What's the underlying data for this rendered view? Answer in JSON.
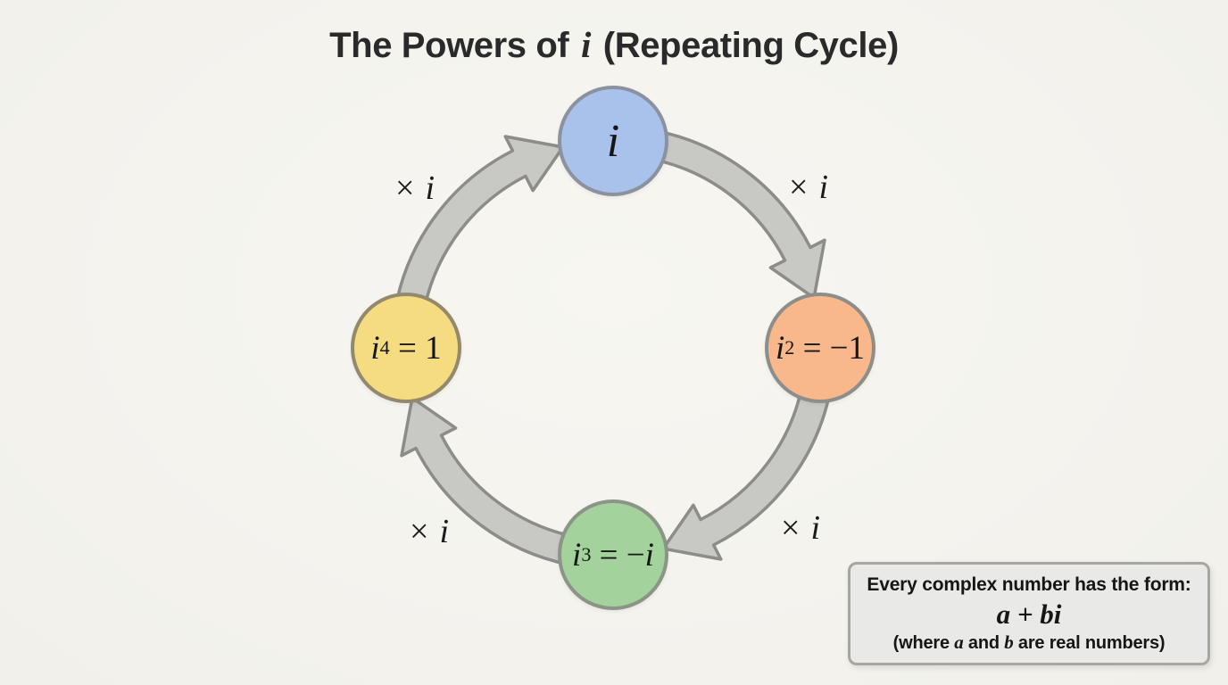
{
  "title": {
    "pre": "The Powers of ",
    "var": "i",
    "post": " (Repeating Cycle)"
  },
  "diagram": {
    "nodes": [
      {
        "name": "i",
        "base": "i",
        "exp": "",
        "rhs": "",
        "rhs_i": "",
        "fill": "#a9c2ec",
        "border": "#8b929e"
      },
      {
        "name": "i-squared",
        "base": "i",
        "exp": "2",
        "rhs": " = −1",
        "rhs_i": "",
        "fill": "#f9b78c",
        "border": "#8d8d89"
      },
      {
        "name": "i-cubed",
        "base": "i",
        "exp": "3",
        "rhs": " = −",
        "rhs_i": "i",
        "fill": "#a3d29c",
        "border": "#8b9487"
      },
      {
        "name": "i-fourth",
        "base": "i",
        "exp": "4",
        "rhs": " = 1",
        "rhs_i": "",
        "fill": "#f6dc80",
        "border": "#93896c"
      }
    ],
    "arrows": [
      {
        "from": "i-fourth",
        "to": "i",
        "label_times": "×",
        "label_var": "i"
      },
      {
        "from": "i",
        "to": "i-squared",
        "label_times": "×",
        "label_var": "i"
      },
      {
        "from": "i-squared",
        "to": "i-cubed",
        "label_times": "×",
        "label_var": "i"
      },
      {
        "from": "i-cubed",
        "to": "i-fourth",
        "label_times": "×",
        "label_var": "i"
      }
    ],
    "arrow_fill": "#c8c8c5",
    "arrow_stroke": "#8c8c88"
  },
  "info_box": {
    "line1": "Every complex number has the form:",
    "formula": "a + bi",
    "line3_pre": "(where ",
    "line3_a": "a",
    "line3_mid": " and ",
    "line3_b": "b",
    "line3_post": " are real numbers)"
  },
  "colors": {
    "background": "#f4f3ee",
    "text": "#1c1c1c",
    "box_bg": "#e9e9e7",
    "box_border": "#a6a6a3"
  }
}
